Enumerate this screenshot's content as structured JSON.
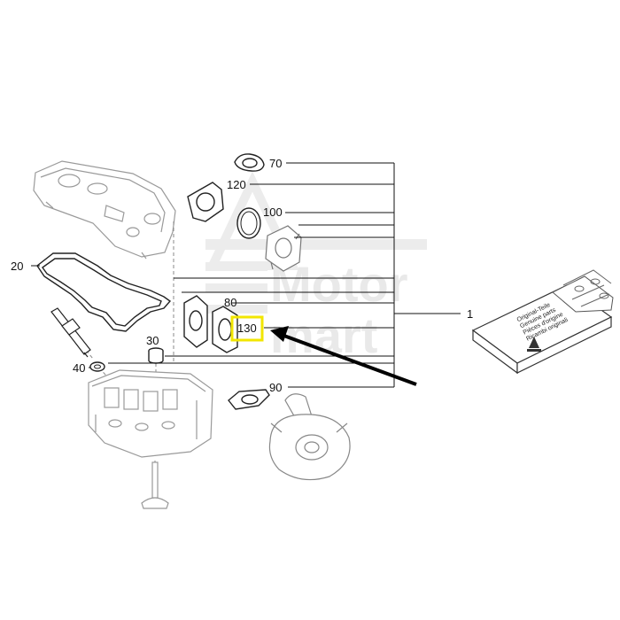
{
  "watermark": {
    "line1": "Motor",
    "line2": "mart"
  },
  "callouts": {
    "p70": "70",
    "p120": "120",
    "p100": "100",
    "p80": "80",
    "p130": "130",
    "p30": "30",
    "p90": "90",
    "p20": "20",
    "p40": "40",
    "p1": "1"
  },
  "kit_box": {
    "line1": "Original-Teile",
    "line2": "Genuine parts",
    "line3": "Pièces d'origine",
    "line4": "Ricambi originali"
  },
  "colors": {
    "line": "#111111",
    "part_stroke": "#222222",
    "faint": "#b8b8b8",
    "highlight": "#f2e600",
    "watermark": "#e9e9e9"
  }
}
